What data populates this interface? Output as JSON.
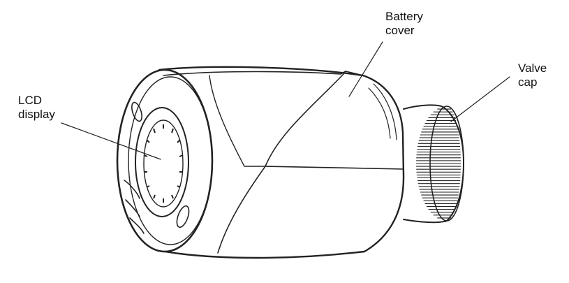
{
  "labels": {
    "lcd_display": "LCD\ndisplay",
    "battery_cover": "Battery\ncover",
    "valve_cap": "Valve\ncap"
  },
  "colors": {
    "line": "#222222",
    "background": "#ffffff",
    "text": "#111111"
  }
}
